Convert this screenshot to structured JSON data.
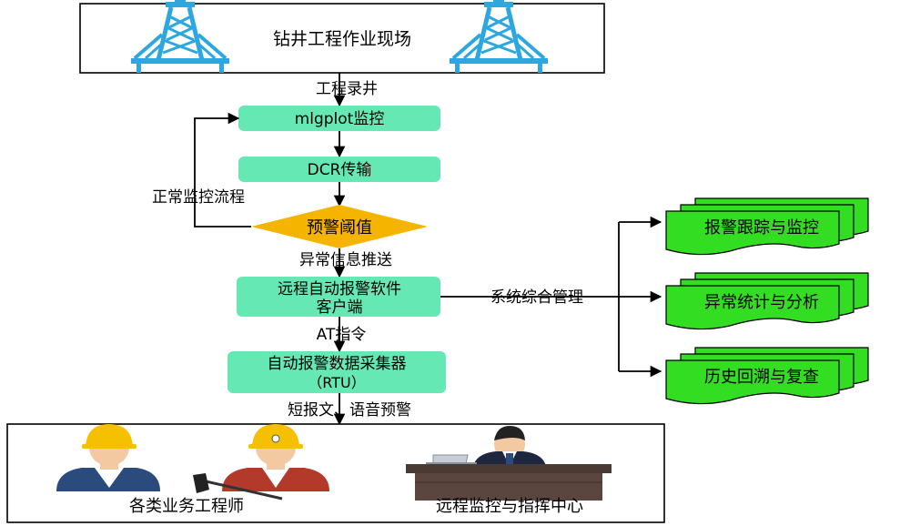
{
  "site": {
    "title": "钻井工程作业现场"
  },
  "flow": {
    "step1_in_label": "工程录井",
    "step1": "mlgplot监控",
    "step2": "DCR传输",
    "decision": "预警阈值",
    "loop_label": "正常监控流程",
    "abnormal_label": "异常信息推送",
    "step3_line1": "远程自动报警软件",
    "step3_line2": "客户端",
    "at_label": "AT指令",
    "step4_line1": "自动报警数据采集器",
    "step4_line2": "（RTU）",
    "output_label": "短报文、语音预警"
  },
  "management": {
    "label": "系统综合管理",
    "items": [
      "报警跟踪与监控",
      "异常统计与分析",
      "历史回溯与复查"
    ]
  },
  "bottom": {
    "engineers_label": "各类业务工程师",
    "center_label": "远程监控与指挥中心"
  },
  "colors": {
    "process_box": "#66e8b5",
    "decision": "#f5b400",
    "doc_stack": "#33dd22",
    "derrick": "#2da7df",
    "helmet": "#f5c000"
  }
}
